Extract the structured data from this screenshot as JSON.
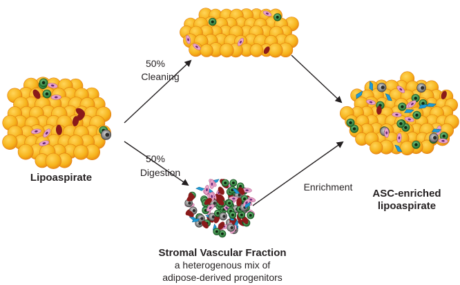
{
  "labels": {
    "lipoaspirate": "Lipoaspirate",
    "cleaning_pct": "50%",
    "cleaning": "Cleaning",
    "digestion_pct": "50%",
    "digestion": "Digestion",
    "enrichment": "Enrichment",
    "asc_line1": "ASC-enriched",
    "asc_line2": "lipoaspirate",
    "svf_title": "Stromal Vascular Fraction",
    "svf_line1": "a heterogenous mix of",
    "svf_line2": "adipose-derived progenitors"
  },
  "colors": {
    "adipocyte": "#f6b21a",
    "adipocyte_edge": "#e07b10",
    "erythrocyte": "#8a1a1a",
    "progenitor": "#2e7d3a",
    "macrophage": "#808080",
    "pericyte": "#e9a3c9",
    "endothelial": "#1e9bd7",
    "arrow": "#231f20",
    "text": "#231f20"
  }
}
